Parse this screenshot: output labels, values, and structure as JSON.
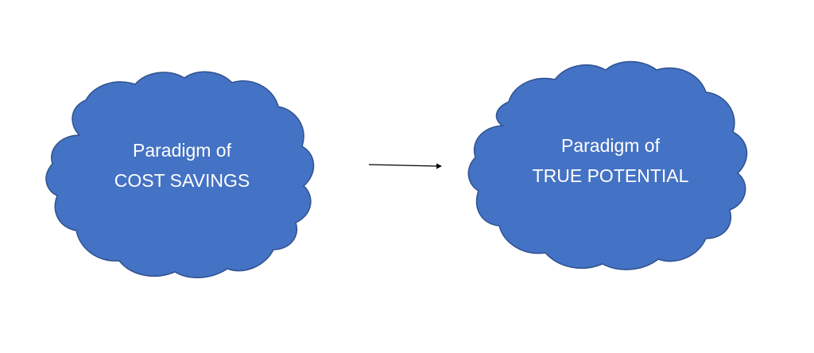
{
  "diagram": {
    "left_cloud": {
      "line1": "Paradigm of",
      "line2": "COST SAVINGS"
    },
    "right_cloud": {
      "line1": "Paradigm of",
      "line2": "TRUE POTENTIAL"
    }
  },
  "colors": {
    "cloud_fill": "#4472c4",
    "cloud_stroke": "#2f528f",
    "text": "#ffffff",
    "arrow": "#000000"
  }
}
